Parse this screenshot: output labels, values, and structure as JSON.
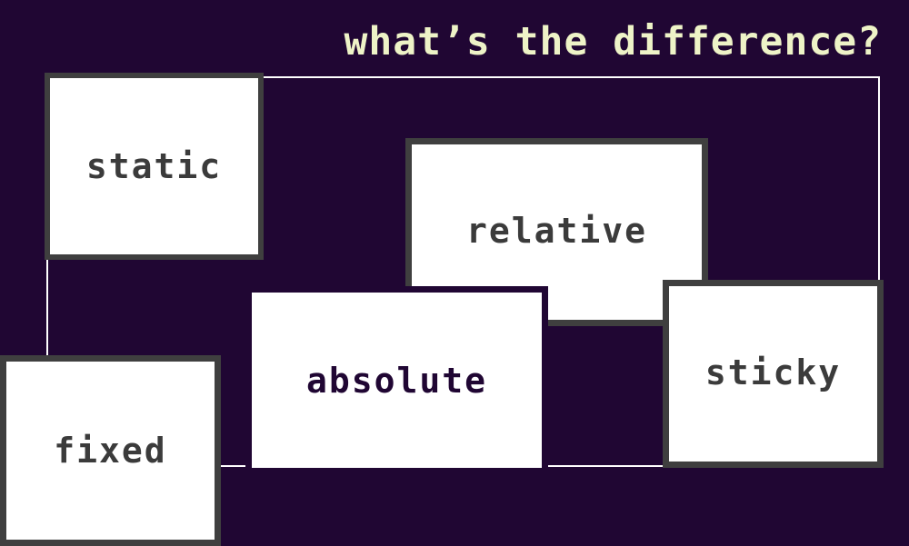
{
  "title": "what’s the difference?",
  "boxes": {
    "static": "static",
    "relative": "relative",
    "absolute": "absolute",
    "sticky": "sticky",
    "fixed": "fixed"
  },
  "colors": {
    "background": "#200633",
    "title_text": "#eef3c7",
    "box_fill": "#ffffff",
    "box_border": "#3f3f3f",
    "box_text": "#3b3b3b",
    "frame_line": "#ffffff"
  }
}
